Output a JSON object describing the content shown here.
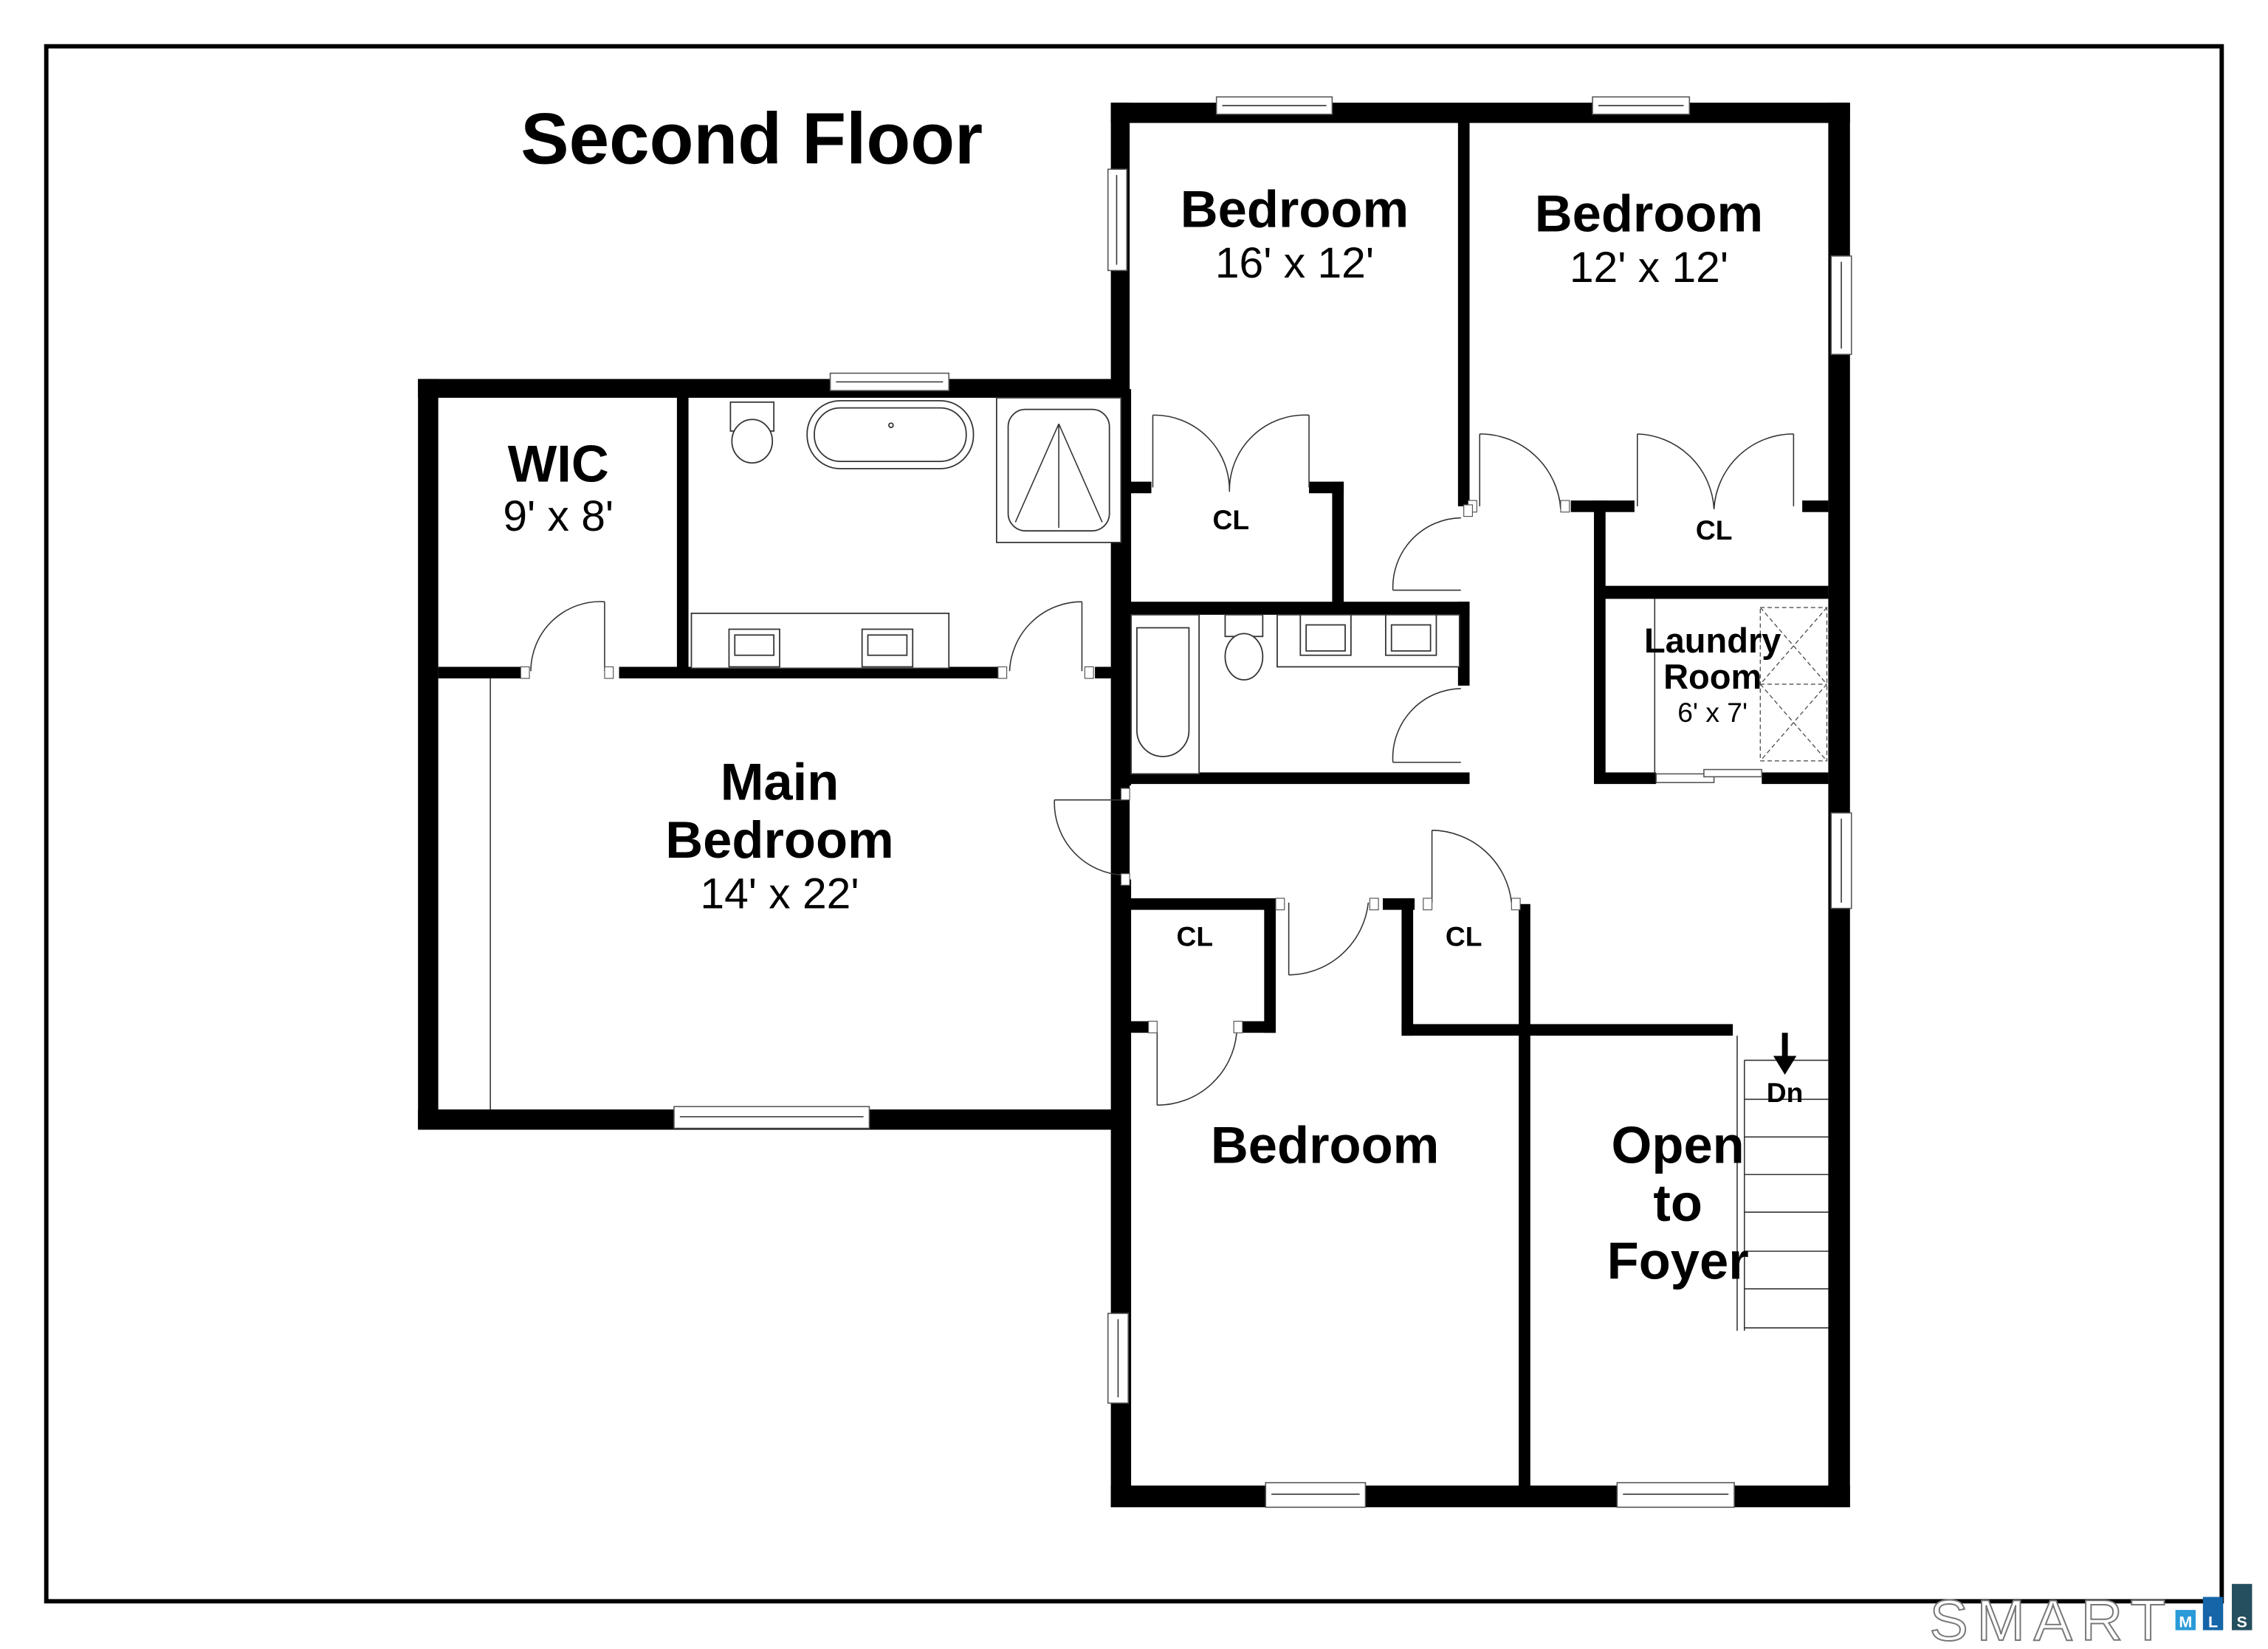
{
  "plan": {
    "title": "Second Floor",
    "rooms": [
      {
        "name": "Bedroom",
        "dimensions": "16' x 12'"
      },
      {
        "name": "Bedroom",
        "dimensions": "12' x 12'"
      },
      {
        "name": "WIC",
        "dimensions": "9' x 8'"
      },
      {
        "name_line1": "Laundry",
        "name_line2": "Room",
        "dimensions": "6' x 7'"
      },
      {
        "name_line1": "Main",
        "name_line2": "Bedroom",
        "dimensions": "14' x 22'"
      },
      {
        "name": "Bedroom"
      },
      {
        "name_line1": "Open",
        "name_line2": "to",
        "name_line3": "Foyer"
      }
    ],
    "closets": [
      "CL",
      "CL",
      "CL",
      "CL"
    ],
    "stairs_label": "Dn"
  },
  "watermark": {
    "text": "SMART",
    "letters": [
      "M",
      "L",
      "S"
    ],
    "colors": [
      "#2a9ad8",
      "#1565a8",
      "#254f5e"
    ]
  }
}
